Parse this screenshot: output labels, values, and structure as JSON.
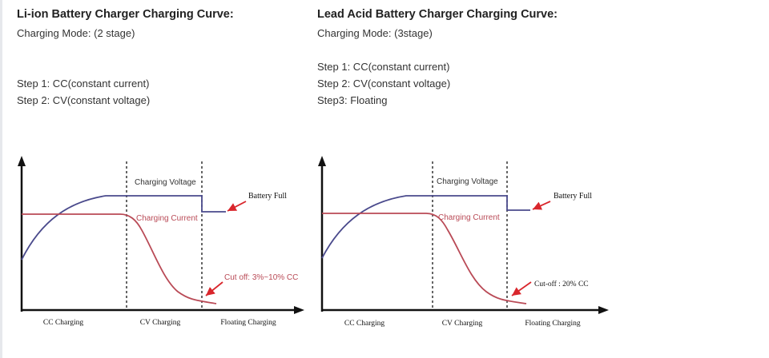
{
  "left": {
    "title": "Li-ion Battery Charger Charging Curve:",
    "mode": "Charging Mode: (2 stage)",
    "steps": [
      "Step 1: CC(constant current)",
      "Step 2: CV(constant voltage)"
    ]
  },
  "right": {
    "title": "Lead Acid Battery Charger Charging Curve:",
    "mode": "Charging Mode: (3stage)",
    "steps": [
      "Step 1: CC(constant current)",
      "Step 2: CV(constant voltage)",
      "Step3: Floating"
    ]
  },
  "colors": {
    "voltage": "#4a4a8c",
    "current": "#b94a56",
    "arrow": "#d9262c",
    "axis": "#111111"
  },
  "chart_data": [
    {
      "type": "line",
      "x_phases": [
        "CC Charging",
        "CV Charging",
        "Floating Charging"
      ],
      "series": [
        {
          "name": "Charging Voltage",
          "shape": "rises during CC, constant during CV, steps down at end of CV"
        },
        {
          "name": "Charging Current",
          "shape": "constant during CC, decays during CV to cut-off"
        }
      ],
      "annotations": [
        "Battery Full",
        "Cut off: 3%~10% CC"
      ]
    },
    {
      "type": "line",
      "x_phases": [
        "CC Charging",
        "CV Charging",
        "Floating Charging"
      ],
      "series": [
        {
          "name": "Charging Voltage",
          "shape": "rises during CC, constant during CV, steps down to float"
        },
        {
          "name": "Charging Current",
          "shape": "constant during CC, decays during CV to cut-off"
        }
      ],
      "annotations": [
        "Battery Full",
        "Cut-off : 20% CC"
      ]
    }
  ]
}
